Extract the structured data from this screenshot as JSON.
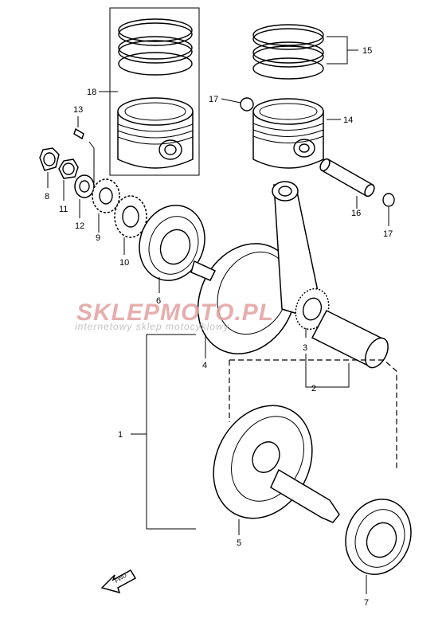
{
  "watermark": {
    "brand": "SKLEPMOTO.PL",
    "tagline": "internetowy sklep motocyklowy",
    "color_main": "#e2a0a0",
    "color_tagline": "#b8b8b8"
  },
  "fwd_label": "FWD",
  "callouts": [
    {
      "id": "c1",
      "text": "1"
    },
    {
      "id": "c2",
      "text": "2"
    },
    {
      "id": "c3",
      "text": "3"
    },
    {
      "id": "c4",
      "text": "4"
    },
    {
      "id": "c5",
      "text": "5"
    },
    {
      "id": "c6",
      "text": "6"
    },
    {
      "id": "c7",
      "text": "7"
    },
    {
      "id": "c8",
      "text": "8"
    },
    {
      "id": "c9",
      "text": "9"
    },
    {
      "id": "c10",
      "text": "10"
    },
    {
      "id": "c11",
      "text": "11"
    },
    {
      "id": "c12",
      "text": "12"
    },
    {
      "id": "c13",
      "text": "13"
    },
    {
      "id": "c14",
      "text": "14"
    },
    {
      "id": "c15",
      "text": "15"
    },
    {
      "id": "c16",
      "text": "16"
    },
    {
      "id": "c17a",
      "text": "17"
    },
    {
      "id": "c17b",
      "text": "17"
    },
    {
      "id": "c18",
      "text": "18"
    }
  ]
}
